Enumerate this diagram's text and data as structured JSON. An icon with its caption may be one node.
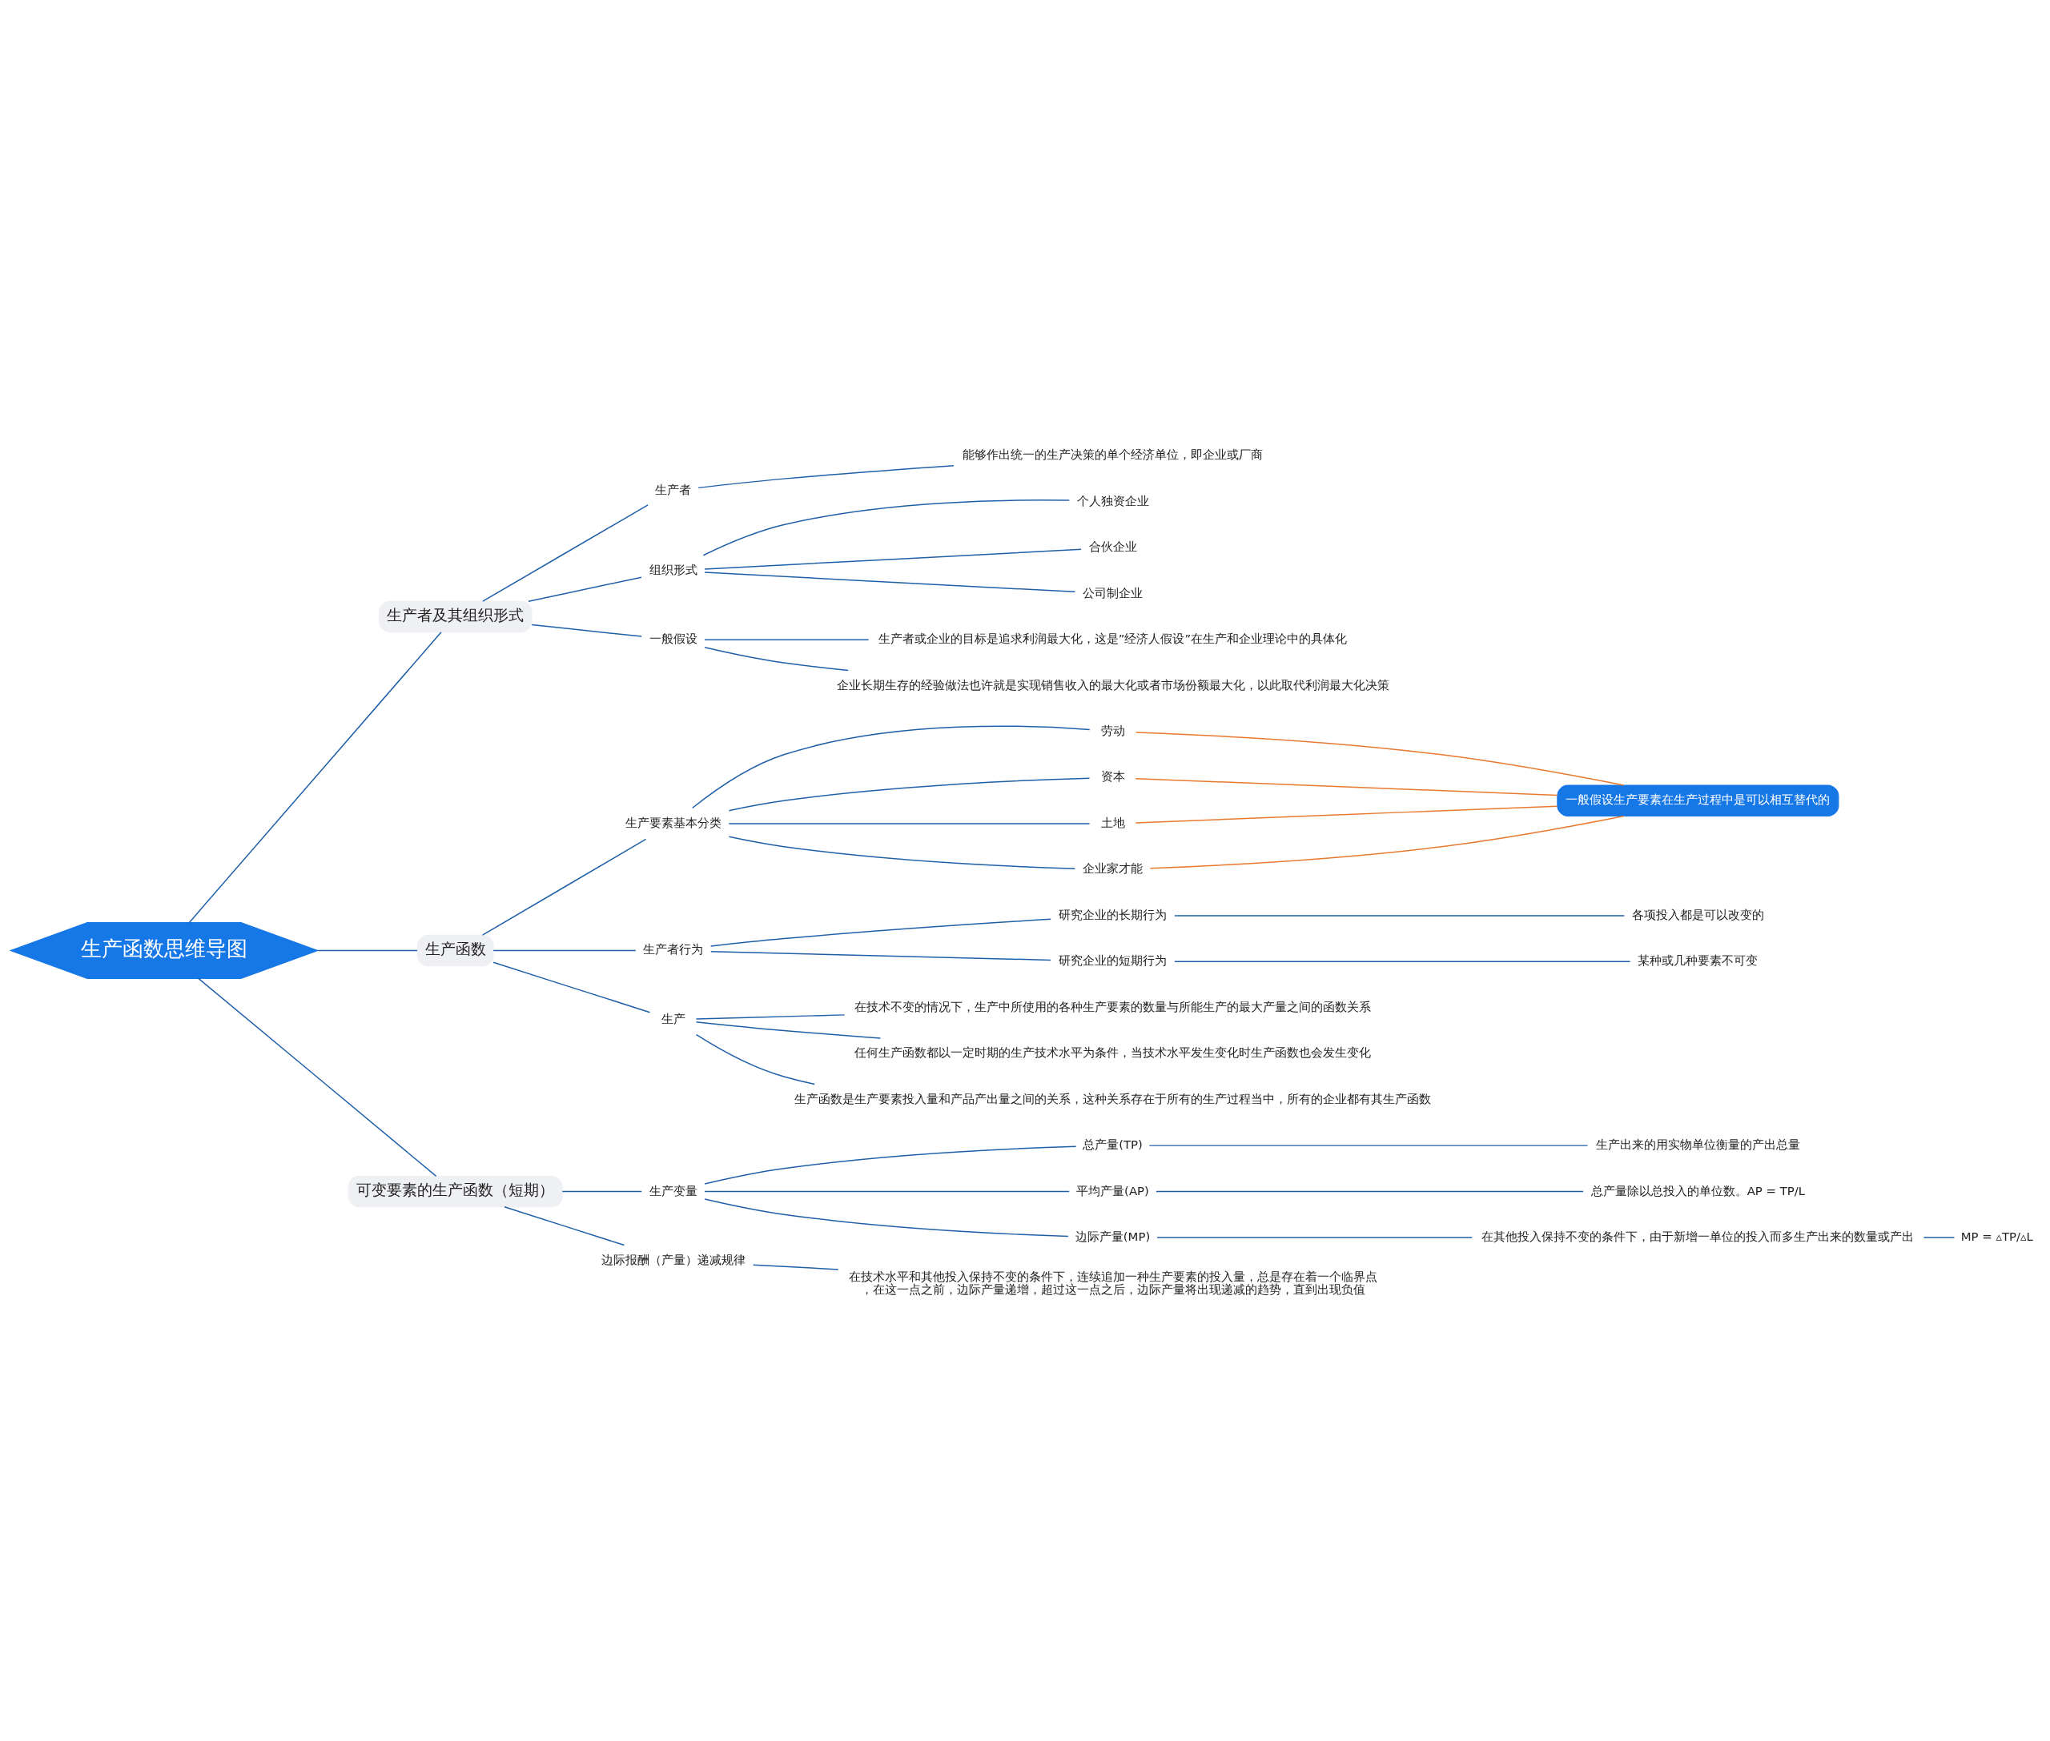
{
  "diagram": {
    "nodes": [
      {
        "text": [
          "生产函数思维导图"
        ]
      },
      {
        "text": [
          "生产者及其组织形式"
        ]
      },
      {
        "text": [
          "生产者"
        ]
      },
      {
        "text": [
          "能够作出统一的生产决策的单个经济单位，即企业或厂商"
        ]
      },
      {
        "text": [
          "组织形式"
        ]
      },
      {
        "text": [
          "个人独资企业"
        ]
      },
      {
        "text": [
          "合伙企业"
        ]
      },
      {
        "text": [
          "公司制企业"
        ]
      },
      {
        "text": [
          "一般假设"
        ]
      },
      {
        "text": [
          "生产者或企业的目标是追求利润最大化，这是”经济人假设”在生产和企业理论中的具体化"
        ]
      },
      {
        "text": [
          "企业长期生存的经验做法也许就是实现销售收入的最大化或者市场份额最大化，以此取代利润最大化决策"
        ]
      },
      {
        "text": [
          "生产函数"
        ]
      },
      {
        "text": [
          "生产要素基本分类"
        ]
      },
      {
        "text": [
          "劳动"
        ]
      },
      {
        "text": [
          "资本"
        ]
      },
      {
        "text": [
          "土地"
        ]
      },
      {
        "text": [
          "企业家才能"
        ]
      },
      {
        "text": [
          "一般假设生产要素在生产过程中是可以相互替代的"
        ]
      },
      {
        "text": [
          "生产者行为"
        ]
      },
      {
        "text": [
          "研究企业的长期行为"
        ]
      },
      {
        "text": [
          "各项投入都是可以改变的"
        ]
      },
      {
        "text": [
          "研究企业的短期行为"
        ]
      },
      {
        "text": [
          "某种或几种要素不可变"
        ]
      },
      {
        "text": [
          "生产"
        ]
      },
      {
        "text": [
          "在技术不变的情况下，生产中所使用的各种生产要素的数量与所能生产的最大产量之间的函数关系"
        ]
      },
      {
        "text": [
          "任何生产函数都以一定时期的生产技术水平为条件，当技术水平发生变化时生产函数也会发生变化"
        ]
      },
      {
        "text": [
          "生产函数是生产要素投入量和产品产出量之间的关系，这种关系存在于所有的生产过程当中，所有的企业都有其生产函数"
        ]
      },
      {
        "text": [
          "可变要素的生产函数（短期）"
        ]
      },
      {
        "text": [
          "生产变量"
        ]
      },
      {
        "text": [
          "总产量(TP)"
        ]
      },
      {
        "text": [
          "生产出来的用实物单位衡量的产出总量"
        ]
      },
      {
        "text": [
          "平均产量(AP)"
        ]
      },
      {
        "text": [
          "总产量除以总投入的单位数。AP = TP/L"
        ]
      },
      {
        "text": [
          "边际产量(MP)"
        ]
      },
      {
        "text": [
          "在其他投入保持不变的条件下，由于新增一单位的投入而多生产出来的数量或产出"
        ]
      },
      {
        "text": [
          "MP = ▵TP/▵L"
        ]
      },
      {
        "text": [
          "边际报酬（产量）递减规律"
        ]
      },
      {
        "text": [
          "在技术水平和其他投入保持不变的条件下，连续追加一种生产要素的投入量，总是存在着一个临界点，在这一点之前，边际产量递增，超过这一点之后，边际产量将出现递减的趋势，直到出现负值"
        ]
      }
    ],
    "edges": [
      {
        "from": 0,
        "to": 1,
        "arrow": "none"
      },
      {
        "from": 1,
        "to": 2,
        "arrow": "none"
      },
      {
        "from": 2,
        "to": 3,
        "arrow": "none"
      },
      {
        "from": 1,
        "to": 4,
        "arrow": "none"
      },
      {
        "from": 4,
        "to": 5,
        "arrow": "none"
      },
      {
        "from": 4,
        "to": 6,
        "arrow": "none"
      },
      {
        "from": 4,
        "to": 7,
        "arrow": "none"
      },
      {
        "from": 1,
        "to": 8,
        "arrow": "none"
      },
      {
        "from": 8,
        "to": 9,
        "arrow": "none"
      },
      {
        "from": 8,
        "to": 10,
        "arrow": "none"
      },
      {
        "from": 0,
        "to": 11,
        "arrow": "none"
      },
      {
        "from": 11,
        "to": 12,
        "arrow": "none"
      },
      {
        "from": 12,
        "to": 13,
        "arrow": "none"
      },
      {
        "from": 12,
        "to": 14,
        "arrow": "none"
      },
      {
        "from": 12,
        "to": 15,
        "arrow": "none"
      },
      {
        "from": 12,
        "to": 16,
        "arrow": "none"
      },
      {
        "from": 13,
        "to": 17,
        "arrow": "none",
        "color": "#e8782e"
      },
      {
        "from": 14,
        "to": 17,
        "arrow": "none",
        "color": "#e8782e"
      },
      {
        "from": 15,
        "to": 17,
        "arrow": "none",
        "color": "#e8782e"
      },
      {
        "from": 16,
        "to": 17,
        "arrow": "none",
        "color": "#e8782e"
      },
      {
        "from": 11,
        "to": 18,
        "arrow": "none"
      },
      {
        "from": 18,
        "to": 19,
        "arrow": "none"
      },
      {
        "from": 19,
        "to": 20,
        "arrow": "none"
      },
      {
        "from": 18,
        "to": 21,
        "arrow": "none"
      },
      {
        "from": 21,
        "to": 22,
        "arrow": "none"
      },
      {
        "from": 11,
        "to": 23,
        "arrow": "none"
      },
      {
        "from": 23,
        "to": 24,
        "arrow": "none"
      },
      {
        "from": 23,
        "to": 25,
        "arrow": "none"
      },
      {
        "from": 23,
        "to": 26,
        "arrow": "none"
      },
      {
        "from": 0,
        "to": 27,
        "arrow": "none"
      },
      {
        "from": 27,
        "to": 28,
        "arrow": "none"
      },
      {
        "from": 28,
        "to": 29,
        "arrow": "none"
      },
      {
        "from": 29,
        "to": 30,
        "arrow": "none"
      },
      {
        "from": 28,
        "to": 31,
        "arrow": "none"
      },
      {
        "from": 31,
        "to": 32,
        "arrow": "none"
      },
      {
        "from": 28,
        "to": 33,
        "arrow": "none"
      },
      {
        "from": 33,
        "to": 34,
        "arrow": "none"
      },
      {
        "from": 34,
        "to": 35,
        "arrow": "none"
      },
      {
        "from": 27,
        "to": 36,
        "arrow": "none"
      },
      {
        "from": 36,
        "to": 37,
        "arrow": "none"
      }
    ]
  }
}
